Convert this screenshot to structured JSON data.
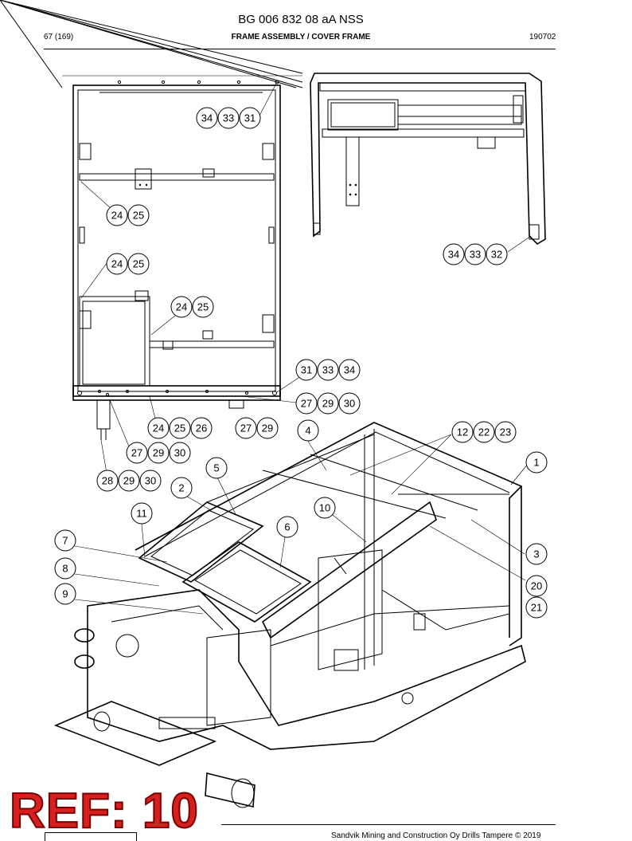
{
  "header": {
    "doc_number": "BG 006 832 08 aA NSS",
    "page_counter": "67 (169)",
    "section_title": "FRAME ASSEMBLY / COVER FRAME",
    "date_code": "190702"
  },
  "callouts": {
    "c1": "1",
    "c2": "2",
    "c3": "3",
    "c4": "4",
    "c5": "5",
    "c6": "6",
    "c7": "7",
    "c8": "8",
    "c9": "9",
    "c10": "10",
    "c11": "11",
    "c12": "12",
    "c20": "20",
    "c21": "21",
    "c22": "22",
    "c23": "23",
    "c24": "24",
    "c25": "25",
    "c26": "26",
    "c27": "27",
    "c28": "28",
    "c29": "29",
    "c30": "30",
    "c31": "31",
    "c32": "32",
    "c33": "33",
    "c34": "34"
  },
  "stamp": {
    "text": "REF: 10"
  },
  "footer": {
    "copyright": "Sandvik Mining and Construction Oy Drills Tampere © 2019"
  }
}
